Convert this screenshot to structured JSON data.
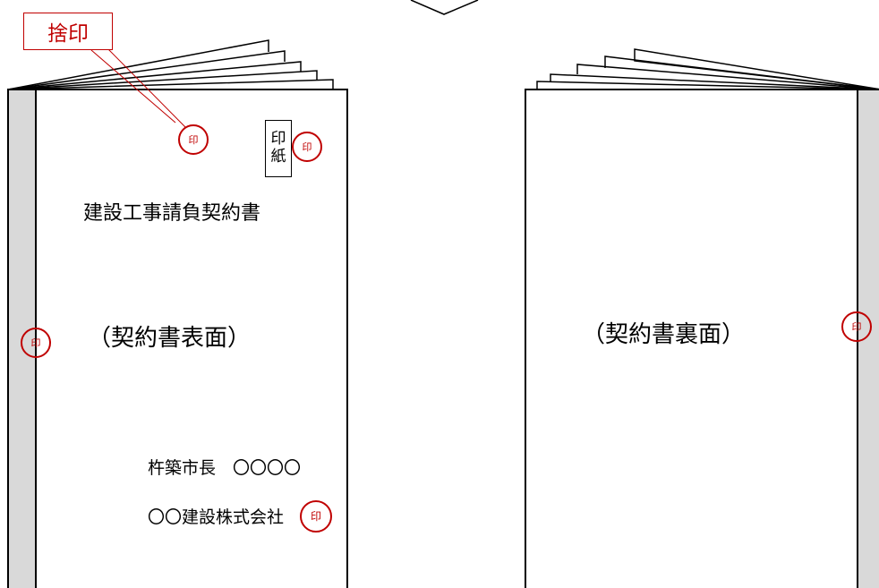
{
  "colors": {
    "seal": "#c00000",
    "spine": "#d9d9d9",
    "outline": "#000000"
  },
  "callout": {
    "label": "捨印"
  },
  "stamp_box": {
    "line1": "印",
    "line2": "紙"
  },
  "seal_text": "印",
  "front": {
    "title": "建設工事請負契約書",
    "face_label": "（契約書表面）",
    "party1": "杵築市長　〇〇〇〇",
    "party2": "〇〇建設株式会社"
  },
  "back": {
    "face_label": "（契約書裏面）"
  }
}
